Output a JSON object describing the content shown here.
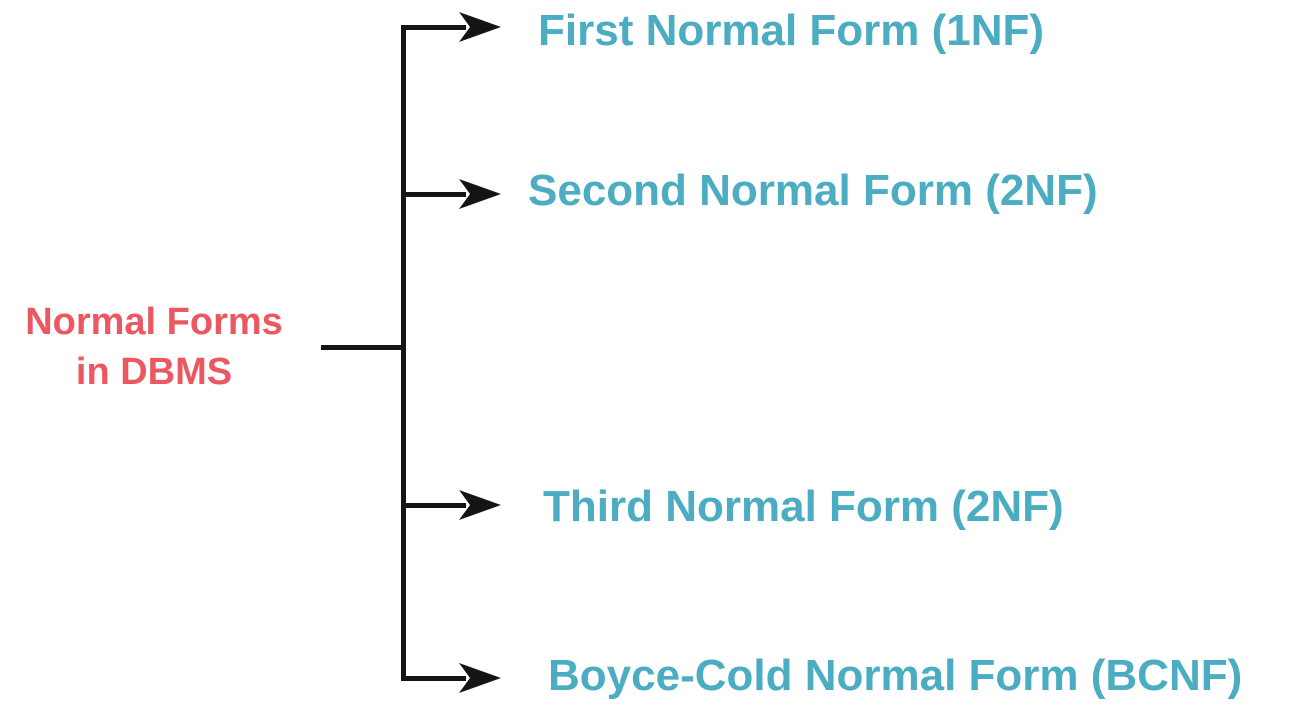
{
  "diagram": {
    "root": {
      "line1": "Normal Forms",
      "line2": "in DBMS"
    },
    "branches": [
      {
        "label": "First Normal Form (1NF)"
      },
      {
        "label": "Second Normal Form (2NF)"
      },
      {
        "label": "Third Normal Form (2NF)"
      },
      {
        "label": "Boyce-Cold Normal Form (BCNF)"
      }
    ],
    "icons": {
      "arrowhead": "right-arrowhead"
    },
    "colors": {
      "root_text": "#EC5862",
      "branch_text": "#4BACC2",
      "line": "#141414",
      "background": "#FFFFFF"
    }
  }
}
